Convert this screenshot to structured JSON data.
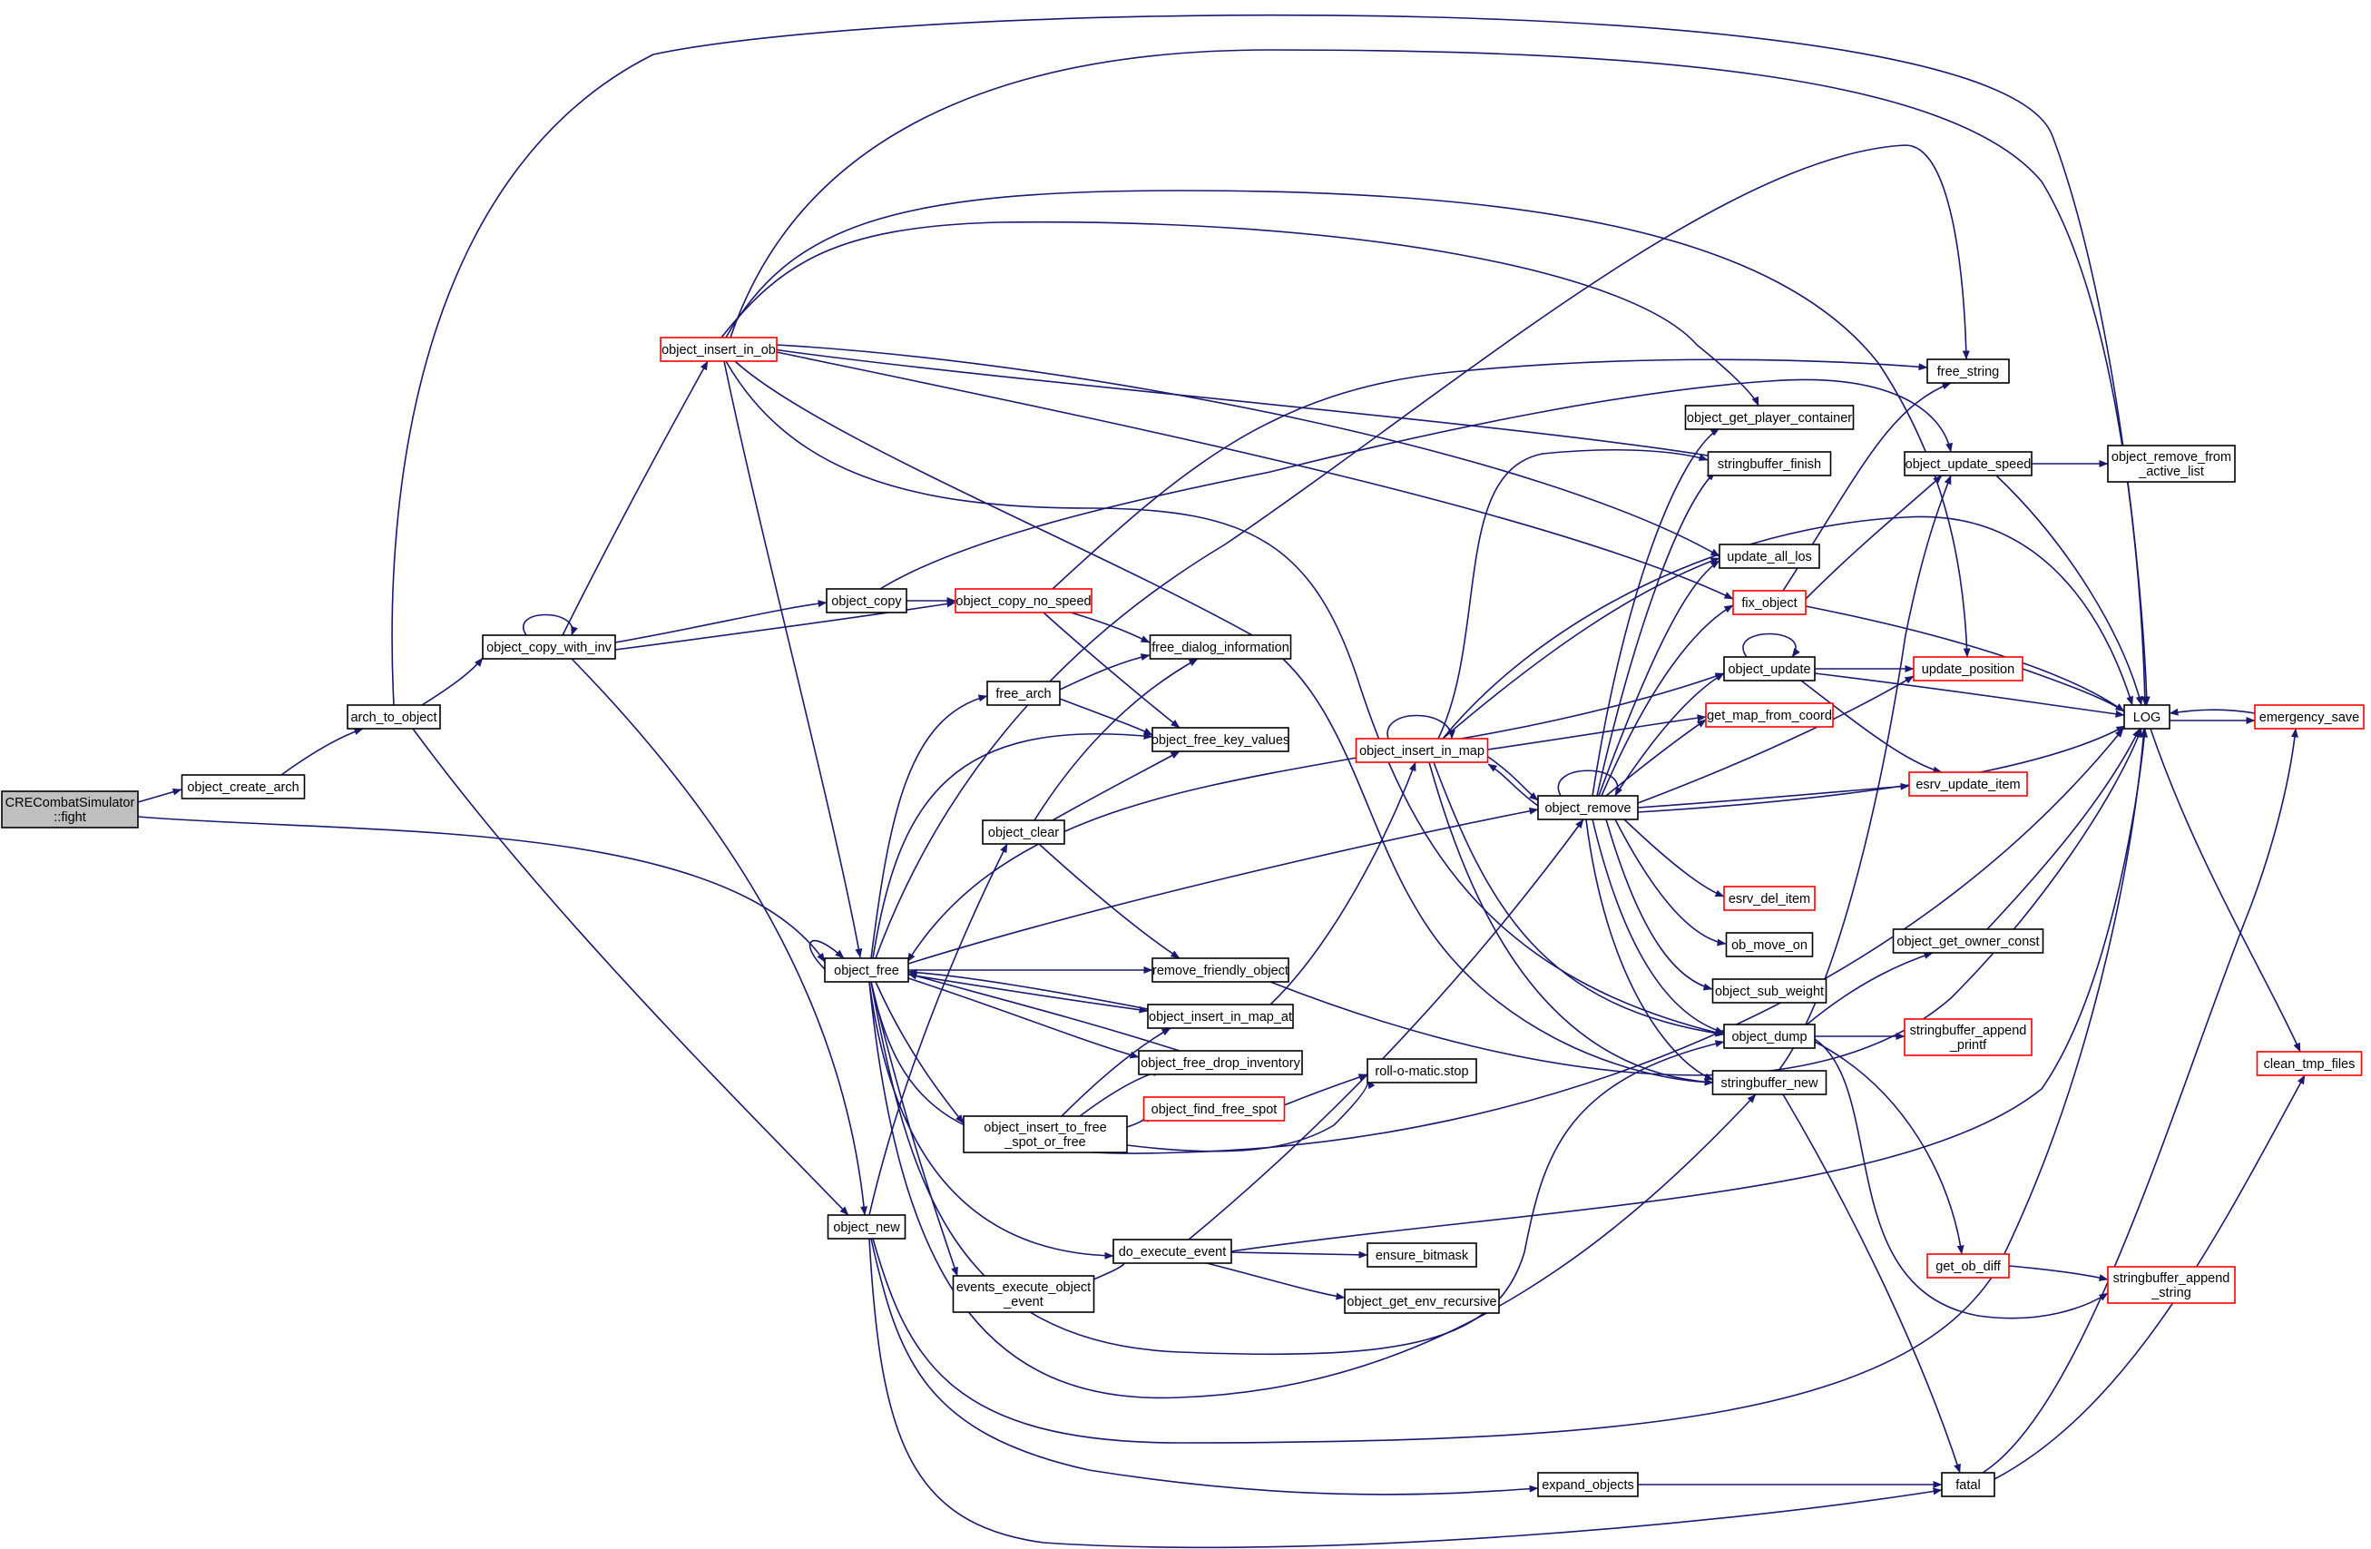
{
  "graph": {
    "nodes": {
      "fight": {
        "label": "CRECombatSimulator\n::fight",
        "kind": "root"
      },
      "object_create_arch": {
        "label": "object_create_arch",
        "kind": "black"
      },
      "arch_to_object": {
        "label": "arch_to_object",
        "kind": "black"
      },
      "object_copy_with_inv": {
        "label": "object_copy_with_inv",
        "kind": "black"
      },
      "object_insert_in_ob": {
        "label": "object_insert_in_ob",
        "kind": "red"
      },
      "object_copy": {
        "label": "object_copy",
        "kind": "black"
      },
      "object_copy_no_speed": {
        "label": "object_copy_no_speed",
        "kind": "red"
      },
      "free_dialog_information": {
        "label": "free_dialog_information",
        "kind": "black"
      },
      "free_arch": {
        "label": "free_arch",
        "kind": "black"
      },
      "object_free_key_values": {
        "label": "object_free_key_values",
        "kind": "black"
      },
      "object_clear": {
        "label": "object_clear",
        "kind": "black"
      },
      "object_free": {
        "label": "object_free",
        "kind": "black"
      },
      "remove_friendly_object": {
        "label": "remove_friendly_object",
        "kind": "black"
      },
      "object_insert_in_map_at": {
        "label": "object_insert_in_map_at",
        "kind": "black"
      },
      "object_free_drop_inventory": {
        "label": "object_free_drop_inventory",
        "kind": "black"
      },
      "object_insert_to_free_spot_or_free": {
        "label": "object_insert_to_free\n_spot_or_free",
        "kind": "black"
      },
      "object_find_free_spot": {
        "label": "object_find_free_spot",
        "kind": "red"
      },
      "roll_o_matic_stop": {
        "label": "roll-o-matic.stop",
        "kind": "black"
      },
      "object_new": {
        "label": "object_new",
        "kind": "black"
      },
      "do_execute_event": {
        "label": "do_execute_event",
        "kind": "black"
      },
      "ensure_bitmask": {
        "label": "ensure_bitmask",
        "kind": "black"
      },
      "object_get_env_recursive": {
        "label": "object_get_env_recursive",
        "kind": "black"
      },
      "events_execute_object_event": {
        "label": "events_execute_object\n_event",
        "kind": "black"
      },
      "expand_objects": {
        "label": "expand_objects",
        "kind": "black"
      },
      "fatal": {
        "label": "fatal",
        "kind": "black"
      },
      "object_insert_in_map": {
        "label": "object_insert_in_map",
        "kind": "red"
      },
      "object_remove": {
        "label": "object_remove",
        "kind": "black"
      },
      "free_string": {
        "label": "free_string",
        "kind": "black"
      },
      "object_get_player_container": {
        "label": "object_get_player_container",
        "kind": "black"
      },
      "stringbuffer_finish": {
        "label": "stringbuffer_finish",
        "kind": "black"
      },
      "update_all_los": {
        "label": "update_all_los",
        "kind": "black"
      },
      "fix_object": {
        "label": "fix_object",
        "kind": "red"
      },
      "object_update": {
        "label": "object_update",
        "kind": "black"
      },
      "get_map_from_coord": {
        "label": "get_map_from_coord",
        "kind": "red"
      },
      "esrv_update_item": {
        "label": "esrv_update_item",
        "kind": "red"
      },
      "esrv_del_item": {
        "label": "esrv_del_item",
        "kind": "red"
      },
      "ob_move_on": {
        "label": "ob_move_on",
        "kind": "black"
      },
      "object_sub_weight": {
        "label": "object_sub_weight",
        "kind": "black"
      },
      "object_dump": {
        "label": "object_dump",
        "kind": "black"
      },
      "stringbuffer_new": {
        "label": "stringbuffer_new",
        "kind": "black"
      },
      "object_update_speed": {
        "label": "object_update_speed",
        "kind": "black"
      },
      "object_remove_from_active_list": {
        "label": "object_remove_from\n_active_list",
        "kind": "black"
      },
      "update_position": {
        "label": "update_position",
        "kind": "red"
      },
      "object_get_owner_const": {
        "label": "object_get_owner_const",
        "kind": "black"
      },
      "stringbuffer_append_printf": {
        "label": "stringbuffer_append\n_printf",
        "kind": "red"
      },
      "get_ob_diff": {
        "label": "get_ob_diff",
        "kind": "red"
      },
      "stringbuffer_append_string": {
        "label": "stringbuffer_append\n_string",
        "kind": "red"
      },
      "LOG": {
        "label": "LOG",
        "kind": "black"
      },
      "emergency_save": {
        "label": "emergency_save",
        "kind": "red"
      },
      "clean_tmp_files": {
        "label": "clean_tmp_files",
        "kind": "red"
      }
    },
    "edges": [
      [
        "fight",
        "object_create_arch"
      ],
      [
        "fight",
        "object_free"
      ],
      [
        "object_create_arch",
        "arch_to_object"
      ],
      [
        "arch_to_object",
        "object_copy_with_inv"
      ],
      [
        "arch_to_object",
        "LOG"
      ],
      [
        "arch_to_object",
        "object_new"
      ],
      [
        "object_copy_with_inv",
        "object_copy_with_inv"
      ],
      [
        "object_copy_with_inv",
        "object_insert_in_ob"
      ],
      [
        "object_copy_with_inv",
        "object_copy"
      ],
      [
        "object_copy_with_inv",
        "object_copy_no_speed"
      ],
      [
        "object_copy_with_inv",
        "object_new"
      ],
      [
        "object_insert_in_ob",
        "LOG"
      ],
      [
        "object_insert_in_ob",
        "update_position"
      ],
      [
        "object_insert_in_ob",
        "object_get_player_container"
      ],
      [
        "object_insert_in_ob",
        "stringbuffer_finish"
      ],
      [
        "object_insert_in_ob",
        "update_all_los"
      ],
      [
        "object_insert_in_ob",
        "fix_object"
      ],
      [
        "object_insert_in_ob",
        "object_dump"
      ],
      [
        "object_insert_in_ob",
        "stringbuffer_new"
      ],
      [
        "object_insert_in_ob",
        "object_free"
      ],
      [
        "object_copy",
        "object_copy_no_speed"
      ],
      [
        "object_copy",
        "object_update_speed"
      ],
      [
        "object_copy_no_speed",
        "free_string"
      ],
      [
        "object_copy_no_speed",
        "free_dialog_information"
      ],
      [
        "object_copy_no_speed",
        "object_free_key_values"
      ],
      [
        "free_arch",
        "object_free_key_values"
      ],
      [
        "free_arch",
        "free_dialog_information"
      ],
      [
        "object_clear",
        "free_dialog_information"
      ],
      [
        "object_clear",
        "object_free_key_values"
      ],
      [
        "object_clear",
        "remove_friendly_object"
      ],
      [
        "object_free",
        "object_free"
      ],
      [
        "object_free",
        "free_arch"
      ],
      [
        "object_free",
        "object_free_key_values"
      ],
      [
        "object_free",
        "free_string"
      ],
      [
        "object_free",
        "remove_friendly_object"
      ],
      [
        "object_free",
        "object_insert_in_map_at"
      ],
      [
        "object_free",
        "object_free_drop_inventory"
      ],
      [
        "object_free",
        "object_insert_to_free_spot_or_free"
      ],
      [
        "object_free",
        "events_execute_object_event"
      ],
      [
        "object_free",
        "do_execute_event"
      ],
      [
        "object_free",
        "object_remove"
      ],
      [
        "object_free",
        "object_dump"
      ],
      [
        "object_free",
        "stringbuffer_new"
      ],
      [
        "object_free",
        "LOG"
      ],
      [
        "remove_friendly_object",
        "LOG"
      ],
      [
        "object_insert_in_map_at",
        "object_free"
      ],
      [
        "object_insert_in_map_at",
        "object_insert_in_map"
      ],
      [
        "object_free_drop_inventory",
        "object_free"
      ],
      [
        "object_insert_to_free_spot_or_free",
        "object_insert_in_map_at"
      ],
      [
        "object_insert_to_free_spot_or_free",
        "object_free_drop_inventory"
      ],
      [
        "object_insert_to_free_spot_or_free",
        "object_find_free_spot"
      ],
      [
        "object_insert_to_free_spot_or_free",
        "roll_o_matic_stop"
      ],
      [
        "object_find_free_spot",
        "roll_o_matic_stop"
      ],
      [
        "object_new",
        "object_clear"
      ],
      [
        "object_new",
        "expand_objects"
      ],
      [
        "object_new",
        "fatal"
      ],
      [
        "object_new",
        "LOG"
      ],
      [
        "events_execute_object_event",
        "do_execute_event"
      ],
      [
        "do_execute_event",
        "ensure_bitmask"
      ],
      [
        "do_execute_event",
        "object_get_env_recursive"
      ],
      [
        "do_execute_event",
        "object_remove"
      ],
      [
        "do_execute_event",
        "LOG"
      ],
      [
        "expand_objects",
        "fatal"
      ],
      [
        "object_insert_in_map",
        "object_insert_in_map"
      ],
      [
        "object_insert_in_map",
        "object_free"
      ],
      [
        "object_insert_in_map",
        "object_remove"
      ],
      [
        "object_insert_in_map",
        "get_map_from_coord"
      ],
      [
        "object_insert_in_map",
        "object_update"
      ],
      [
        "object_insert_in_map",
        "stringbuffer_finish"
      ],
      [
        "object_insert_in_map",
        "update_all_los"
      ],
      [
        "object_insert_in_map",
        "object_dump"
      ],
      [
        "object_insert_in_map",
        "stringbuffer_new"
      ],
      [
        "object_insert_in_map",
        "LOG"
      ],
      [
        "object_remove",
        "object_remove"
      ],
      [
        "object_remove",
        "object_get_player_container"
      ],
      [
        "object_remove",
        "stringbuffer_finish"
      ],
      [
        "object_remove",
        "update_all_los"
      ],
      [
        "object_remove",
        "fix_object"
      ],
      [
        "object_remove",
        "object_update"
      ],
      [
        "object_remove",
        "get_map_from_coord"
      ],
      [
        "object_remove",
        "update_position"
      ],
      [
        "object_remove",
        "esrv_update_item"
      ],
      [
        "object_remove",
        "esrv_del_item"
      ],
      [
        "object_remove",
        "ob_move_on"
      ],
      [
        "object_remove",
        "object_sub_weight"
      ],
      [
        "object_remove",
        "object_dump"
      ],
      [
        "object_remove",
        "stringbuffer_new"
      ],
      [
        "object_remove",
        "object_insert_in_map"
      ],
      [
        "object_remove",
        "LOG"
      ],
      [
        "fix_object",
        "free_string"
      ],
      [
        "fix_object",
        "object_update_speed"
      ],
      [
        "fix_object",
        "LOG"
      ],
      [
        "object_update",
        "object_update"
      ],
      [
        "object_update",
        "update_position"
      ],
      [
        "object_update",
        "esrv_update_item"
      ],
      [
        "object_update",
        "LOG"
      ],
      [
        "object_dump",
        "object_get_owner_const"
      ],
      [
        "object_dump",
        "stringbuffer_append_printf"
      ],
      [
        "object_dump",
        "get_ob_diff"
      ],
      [
        "object_dump",
        "stringbuffer_append_string"
      ],
      [
        "stringbuffer_new",
        "fatal"
      ],
      [
        "stringbuffer_new",
        "object_update_speed"
      ],
      [
        "object_update_speed",
        "object_remove_from_active_list"
      ],
      [
        "object_update_speed",
        "LOG"
      ],
      [
        "update_position",
        "LOG"
      ],
      [
        "object_get_owner_const",
        "LOG"
      ],
      [
        "get_ob_diff",
        "stringbuffer_append_string"
      ],
      [
        "LOG",
        "emergency_save"
      ],
      [
        "LOG",
        "clean_tmp_files"
      ],
      [
        "emergency_save",
        "LOG"
      ],
      [
        "fatal",
        "emergency_save"
      ],
      [
        "fatal",
        "clean_tmp_files"
      ]
    ]
  },
  "colors": {
    "edge": "#191970",
    "node_border": "#000000",
    "node_border_highlight": "#ff0000",
    "root_fill": "#bfbfbf"
  }
}
